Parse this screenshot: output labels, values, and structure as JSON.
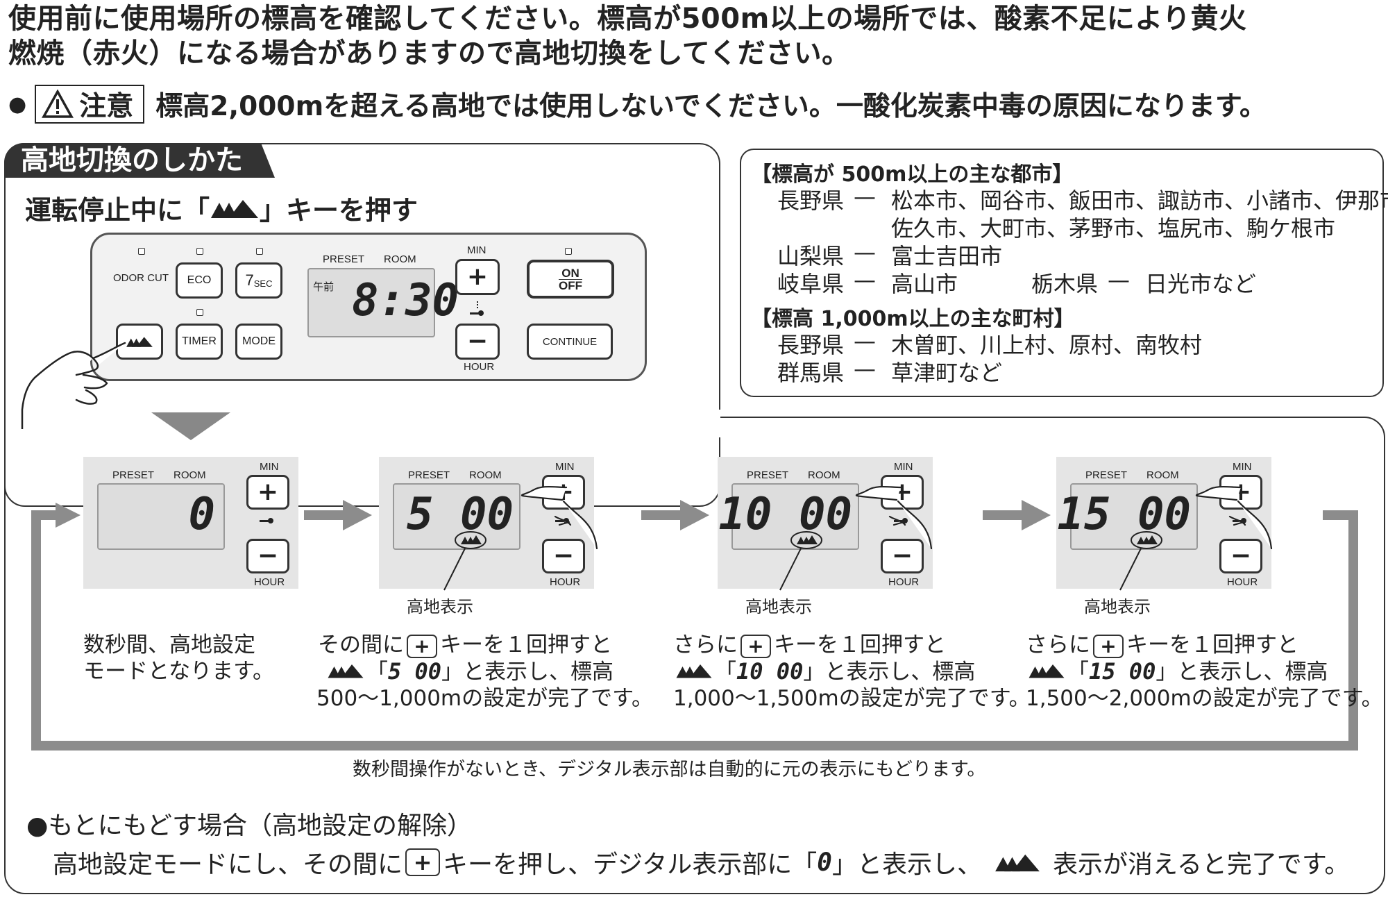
{
  "intro": {
    "line1": "使用前に使用場所の標高を確認してください。標高が500m以上の場所では、酸素不足により黄火",
    "line2": "燃焼（赤火）になる場合がありますので高地切換をしてください。"
  },
  "caution": {
    "label": "注意",
    "text": "標高2,000mを超える高地では使用しないでください。一酸化炭素中毒の原因になります。"
  },
  "section": {
    "title": "高地切換のしかた",
    "instruction_pre": "運転停止中に「",
    "instruction_post": "」キーを押す"
  },
  "panel": {
    "odor_cut": "ODOR CUT",
    "eco": "ECO",
    "sec7_num": "7",
    "sec7_unit": "SEC",
    "timer": "TIMER",
    "mode": "MODE",
    "preset": "PRESET",
    "room": "ROOM",
    "am": "午前",
    "time": "8:30",
    "min": "MIN",
    "hour": "HOUR",
    "plus": "+",
    "minus": "−",
    "on": "ON",
    "off": "OFF",
    "continue": "CONTINUE"
  },
  "info": {
    "head1": "【標高が 500m以上の主な都市】",
    "nagano_pref": "長野県",
    "nagano_cities1": "松本市、岡谷市、飯田市、諏訪市、小諸市、伊那市、",
    "nagano_cities2": "佐久市、大町市、茅野市、塩尻市、駒ケ根市",
    "yamanashi_pref": "山梨県",
    "yamanashi_cities": "富士吉田市",
    "gifu_pref": "岐阜県",
    "gifu_cities": "高山市",
    "tochigi_pref": "栃木県",
    "tochigi_cities": "日光市など",
    "head2": "【標高 1,000m以上の主な町村】",
    "nagano2_pref": "長野県",
    "nagano2_towns": "木曽町、川上村、原村、南牧村",
    "gunma_pref": "群馬県",
    "gunma_towns": "草津町など",
    "dash": "—"
  },
  "steps": [
    {
      "display": "0",
      "line1": "数秒間、高地設定",
      "line2": "モードとなります。",
      "line3": ""
    },
    {
      "display": "5 00",
      "label": "高地表示",
      "line1a": "その間に",
      "line1b": "キーを１回押すと",
      "line2a": "「",
      "line2b": "」と表示し、標高",
      "line3": "500〜1,000mの設定が完了です。"
    },
    {
      "display": "10 00",
      "label": "高地表示",
      "line1a": "さらに",
      "line1b": "キーを１回押すと",
      "line2a": "「",
      "line2b": "」と表示し、標高",
      "line3": "1,000〜1,500mの設定が完了です。"
    },
    {
      "display": "15 00",
      "label": "高地表示",
      "line1a": "さらに",
      "line1b": "キーを１回押すと",
      "line2a": "「",
      "line2b": "」と表示し、標高",
      "line3": "1,500〜2,000mの設定が完了です。"
    }
  ],
  "note": "数秒間操作がないとき、デジタル表示部は自動的に元の表示にもどります。",
  "restore": {
    "head": "●もとにもどす場合（高地設定の解除）",
    "body_a": "高地設定モードにし、その間に",
    "body_b": "キーを押し、デジタル表示部に「",
    "body_digit": "0",
    "body_c": "」と表示し、",
    "body_d": "表示が消えると完了です。"
  },
  "icons": {
    "mountain": "mountain-icon",
    "warning": "warning-triangle-icon",
    "key": "key-lock-icon",
    "hand": "pointing-hand-icon"
  },
  "colors": {
    "ink": "#222222",
    "tab_bg": "#333333",
    "lcd_bg": "#dddddd",
    "unit_bg": "#e5e5e5",
    "arrow": "#8c8c8c"
  }
}
